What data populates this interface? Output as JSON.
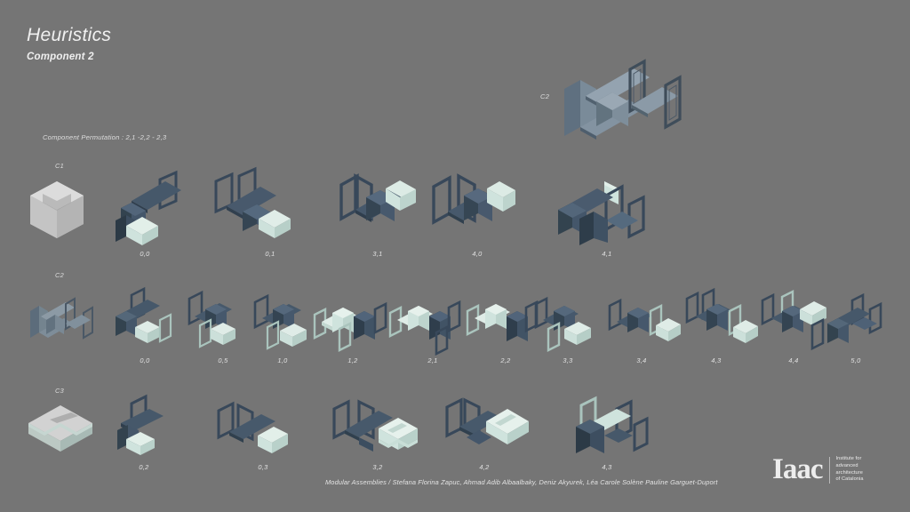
{
  "header": {
    "title": "Heuristics",
    "subtitle": "Component 2",
    "permutation": "Component Permutation : 2,1 -2,2 - 2,3"
  },
  "hero": {
    "label": "C2"
  },
  "rows": [
    {
      "label": "C1",
      "items": [
        {
          "caption": "0,0"
        },
        {
          "caption": "0,1"
        },
        {
          "caption": "3,1"
        },
        {
          "caption": "4,0"
        },
        {
          "caption": "4,1"
        }
      ]
    },
    {
      "label": "C2",
      "items": [
        {
          "caption": "0,0"
        },
        {
          "caption": "0,5"
        },
        {
          "caption": "1,0"
        },
        {
          "caption": "1,2"
        },
        {
          "caption": "2,1"
        },
        {
          "caption": "2,2"
        },
        {
          "caption": "3,3"
        },
        {
          "caption": "3,4"
        },
        {
          "caption": "4,3"
        },
        {
          "caption": "4,4"
        },
        {
          "caption": "5,0"
        }
      ]
    },
    {
      "label": "C3",
      "items": [
        {
          "caption": "0,2"
        },
        {
          "caption": "0,3"
        },
        {
          "caption": "3,2"
        },
        {
          "caption": "4,2"
        },
        {
          "caption": "4,3"
        }
      ]
    }
  ],
  "footer": {
    "credits": "Modular Assemblies / Stefana Florina Zapuc, Ahmad Adib Albaalbaky, Deniz Akyurek, Léa Carole Solène Pauline Garguet-Duport",
    "logo_mark": "Iaac",
    "logo_line1": "Institute for",
    "logo_line2": "advanced",
    "logo_line3": "architecture",
    "logo_line4": "of Catalonia"
  },
  "colors": {
    "background": "#757575",
    "dark_navy": "#2e3b48",
    "navy_mid": "#3b4a58",
    "navy_light": "#4d5c6b",
    "slate_blue": "#5a6a79",
    "slate_light": "#6c7d8c",
    "mint": "#cfe3dd",
    "mint_dark": "#aac4bd",
    "mint_mid": "#bdd4ce",
    "grey_light": "#d6d6d6",
    "grey_mid": "#bdbdbd",
    "grey_dark": "#a3a3a3",
    "text": "#e8e8e8"
  }
}
